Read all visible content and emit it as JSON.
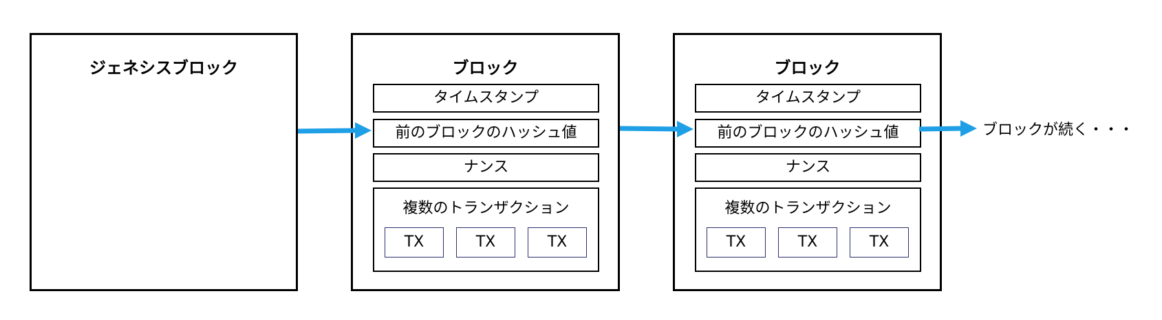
{
  "genesis": {
    "title": "ジェネシスブロック"
  },
  "blocks": [
    {
      "title": "ブロック",
      "timestamp": "タイムスタンプ",
      "prev_hash": "前のブロックのハッシュ値",
      "nonce": "ナンス",
      "transactions_label": "複数のトランザクション",
      "transactions": [
        "TX",
        "TX",
        "TX"
      ]
    },
    {
      "title": "ブロック",
      "timestamp": "タイムスタンプ",
      "prev_hash": "前のブロックのハッシュ値",
      "nonce": "ナンス",
      "transactions_label": "複数のトランザクション",
      "transactions": [
        "TX",
        "TX",
        "TX"
      ]
    }
  ],
  "continuation": "ブロックが続く・・・",
  "colors": {
    "arrow": "#1f9fe6",
    "border": "#000000",
    "tx_border": "#2b2f6b"
  }
}
